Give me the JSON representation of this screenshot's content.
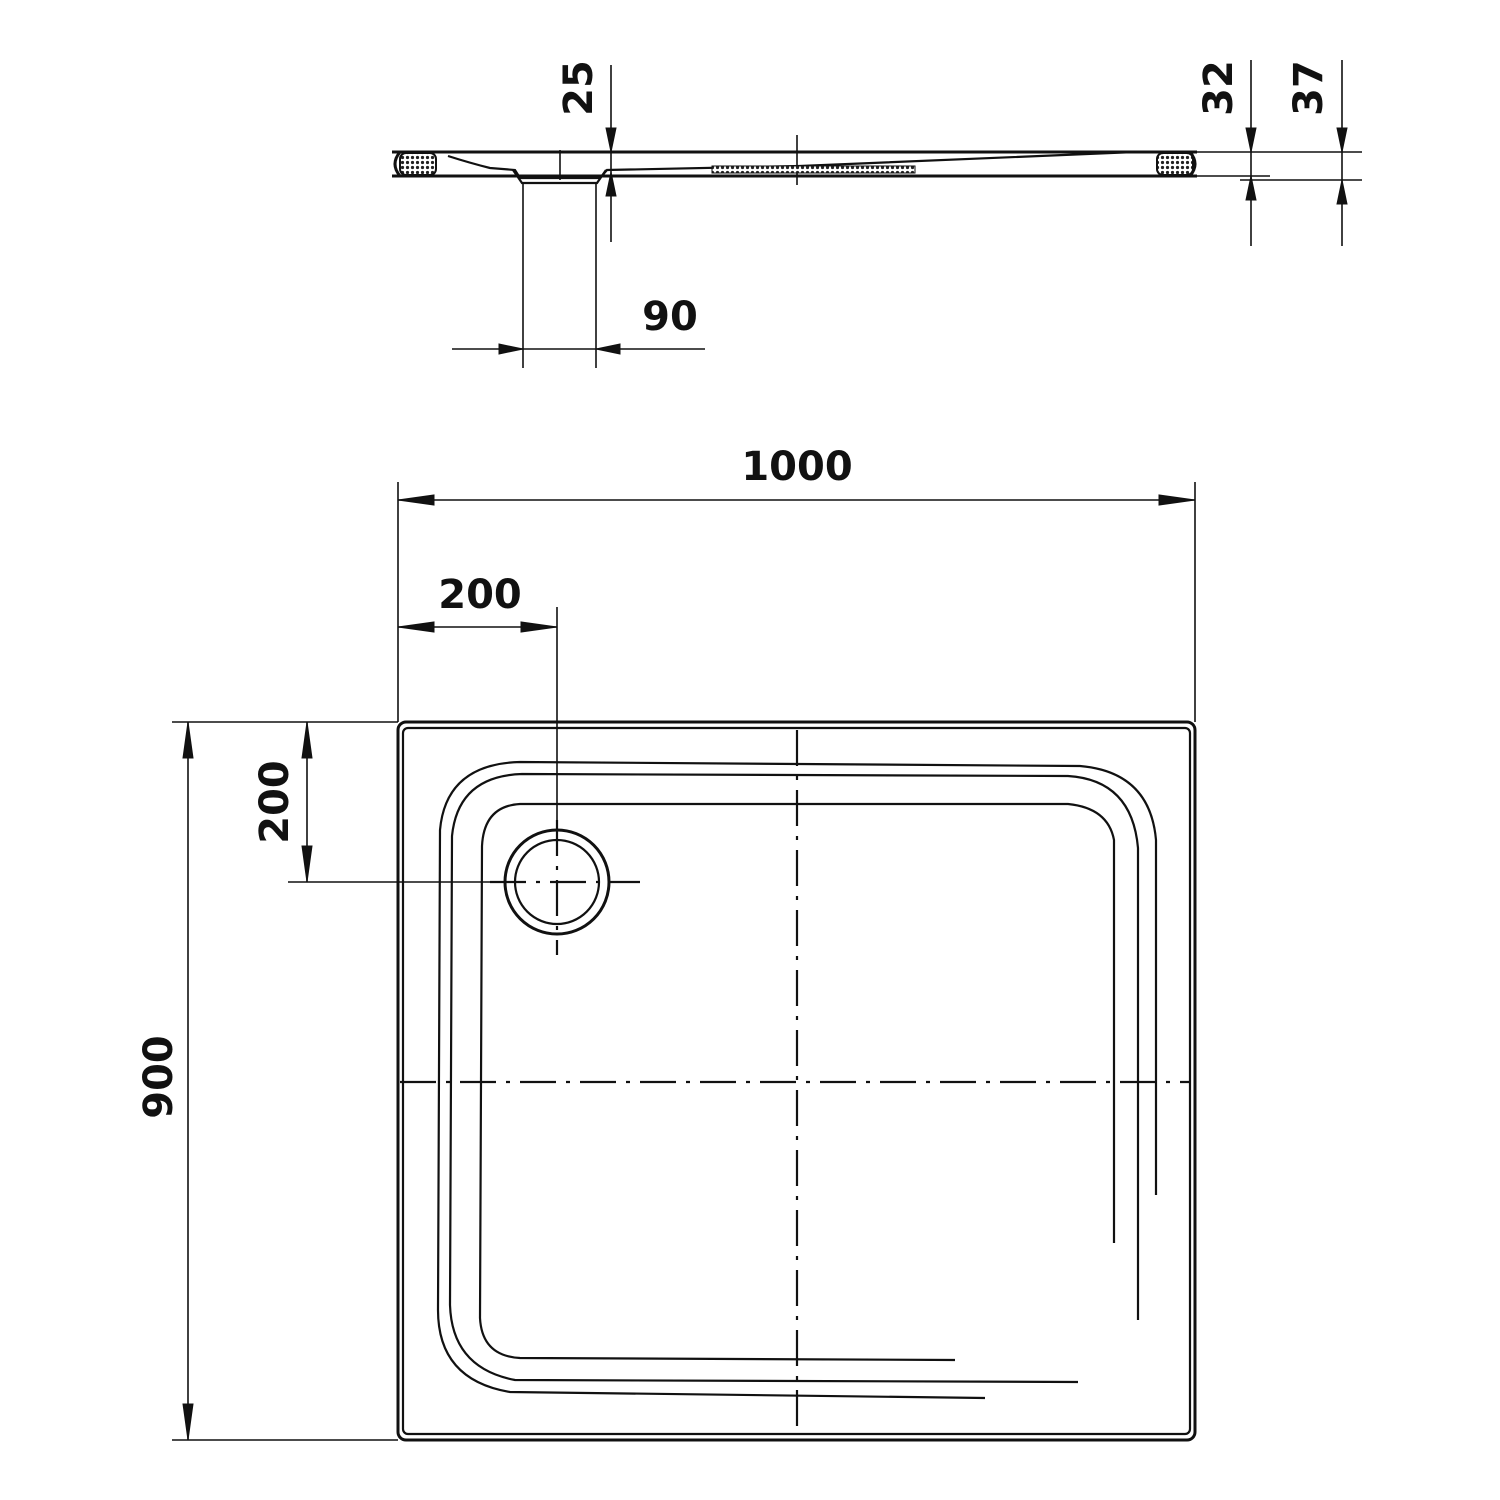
{
  "drawing": {
    "type": "shower tray technical drawing",
    "line_color": "#111111",
    "background": "#ffffff"
  },
  "side_view": {
    "dimensions": {
      "drain_depth": "25",
      "rim_height": "32",
      "total_height": "37",
      "drain_width": "90"
    }
  },
  "top_view": {
    "dimensions": {
      "width": "1000",
      "depth": "900",
      "drain_offset_x": "200",
      "drain_offset_y": "200"
    }
  }
}
